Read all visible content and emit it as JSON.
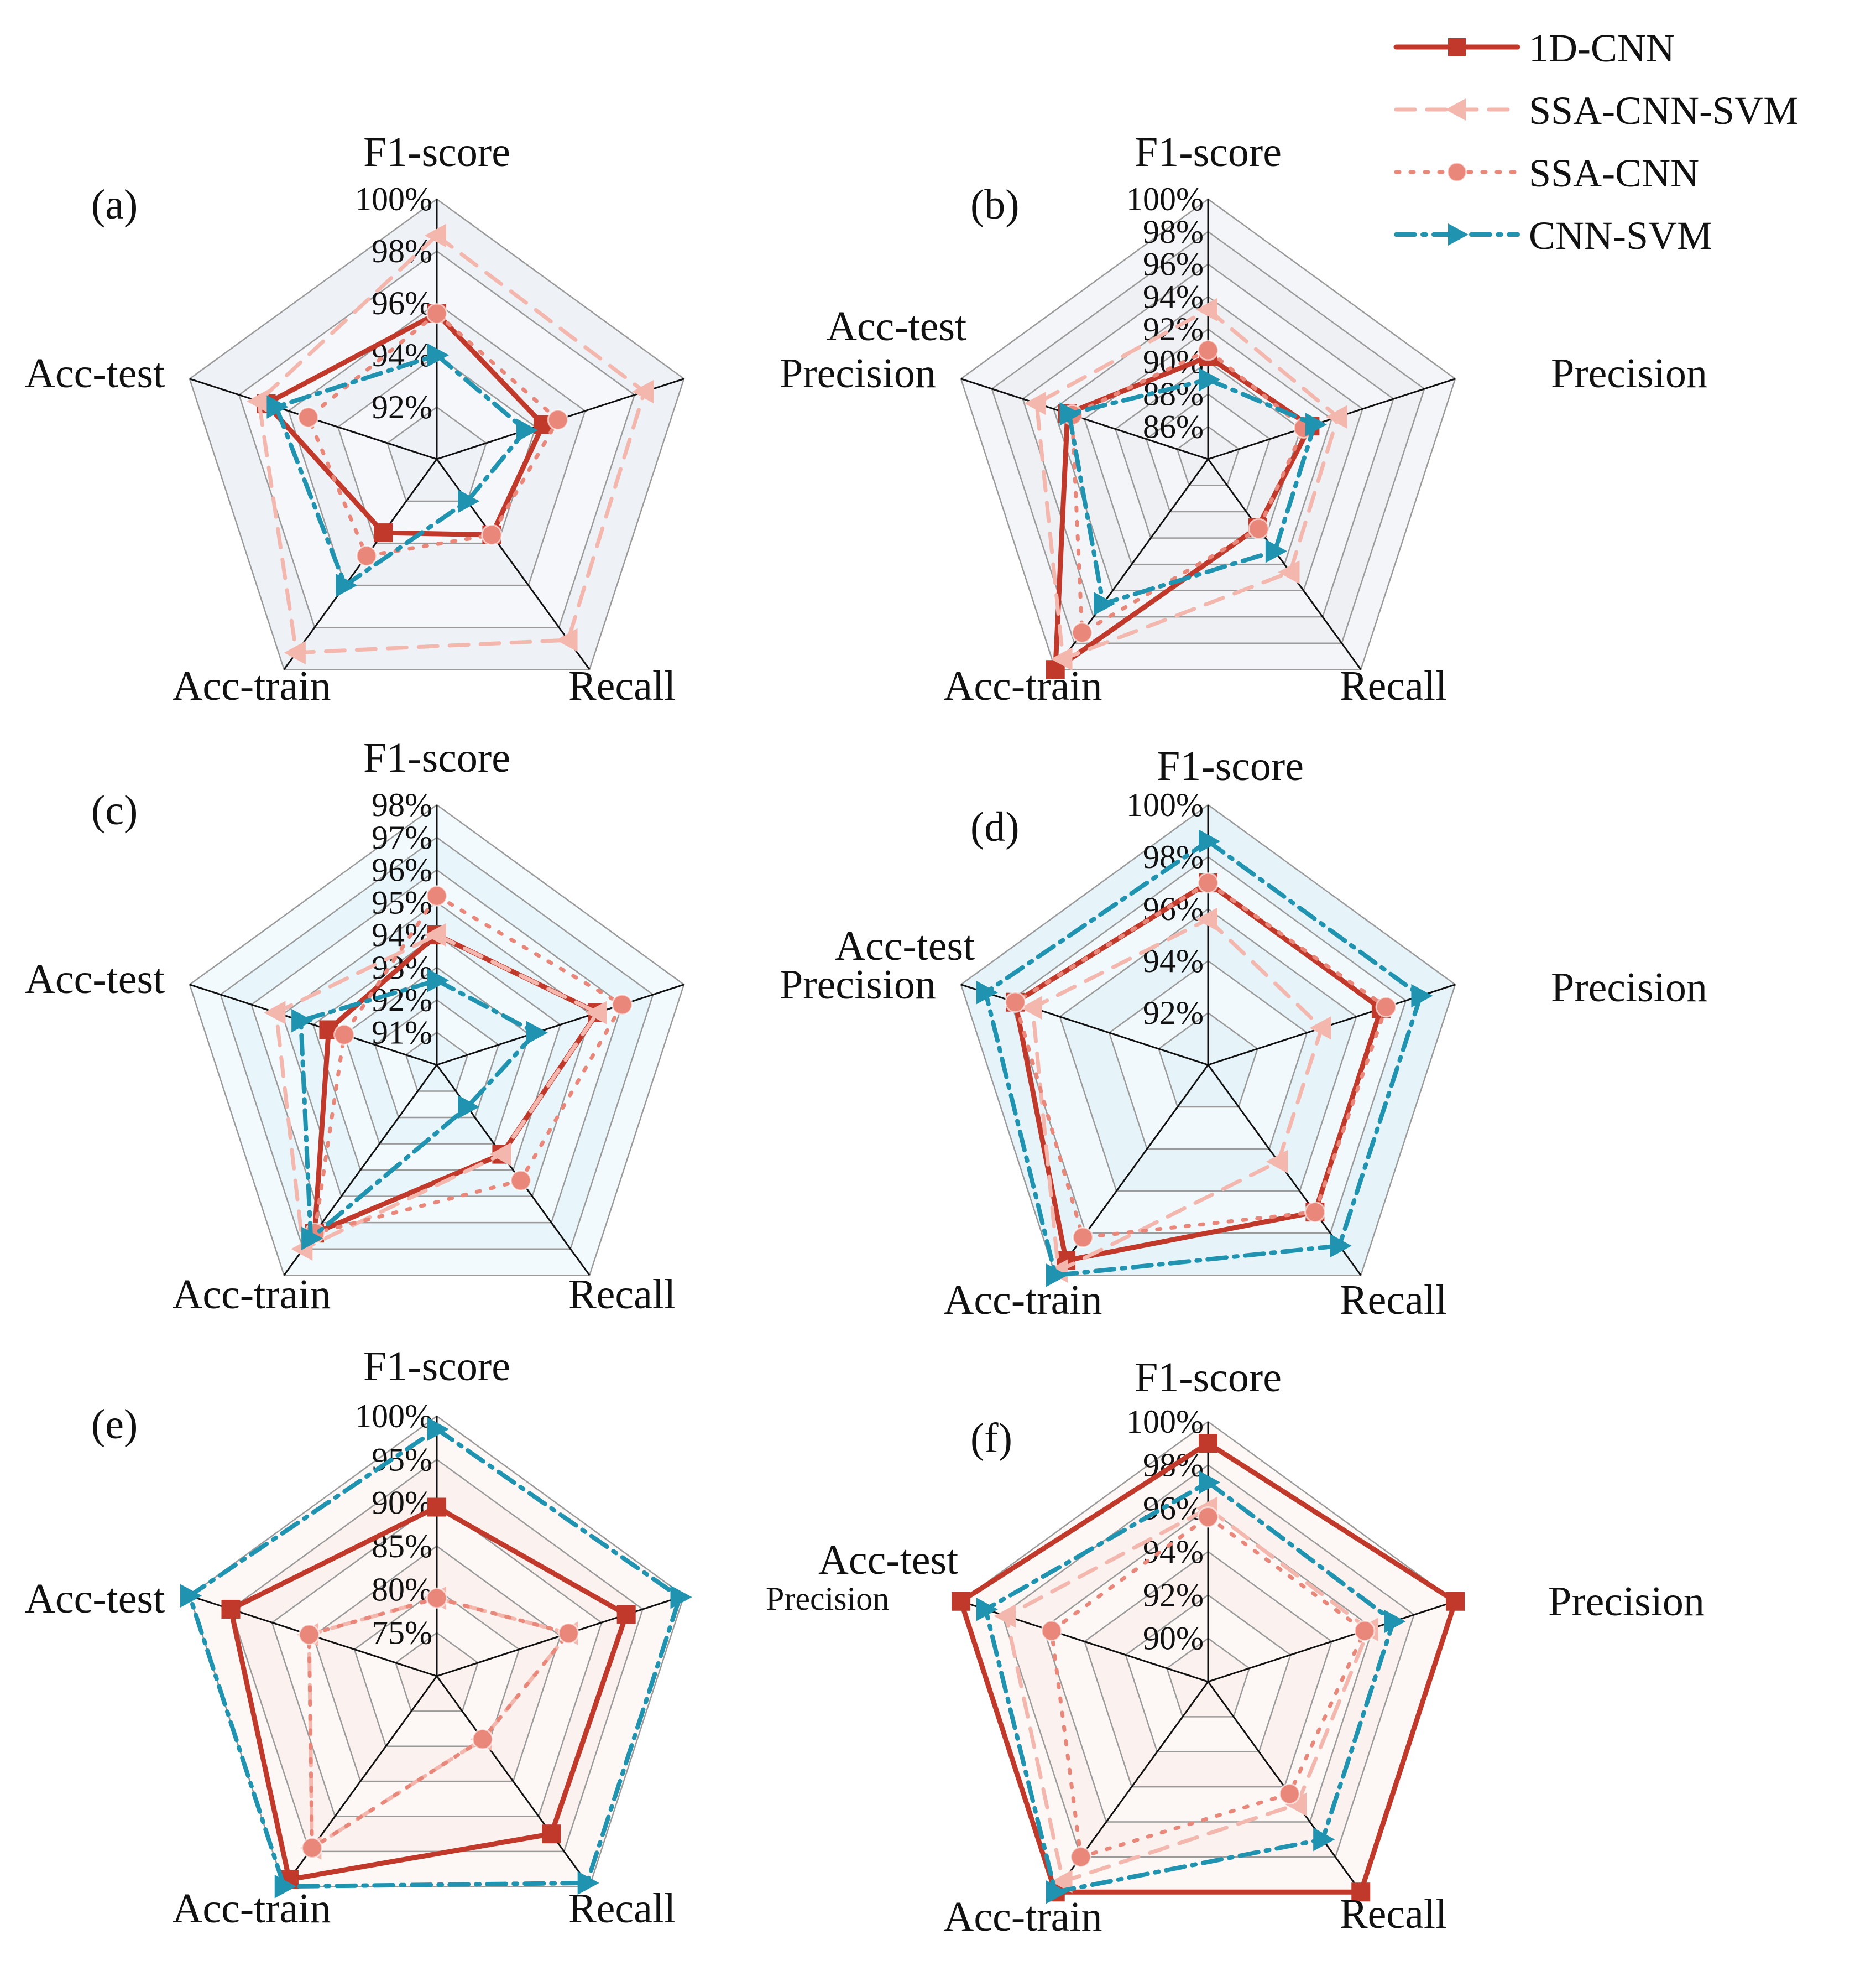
{
  "legend": [
    {
      "name": "1D-CNN",
      "color": "#c0392b",
      "marker": "square",
      "dash": "solid"
    },
    {
      "name": "SSA-CNN-SVM",
      "color": "#f3b7ae",
      "marker": "left-triangle",
      "dash": "dashed"
    },
    {
      "name": "SSA-CNN",
      "color": "#e8877a",
      "marker": "circle",
      "dash": "dotted"
    },
    {
      "name": "CNN-SVM",
      "color": "#1f93b0",
      "marker": "right-triangle",
      "dash": "dashdot"
    }
  ],
  "chart_data": [
    {
      "type": "radar",
      "panel": "(a)",
      "axes": [
        "F1-score",
        "Precision",
        "Recall",
        "Acc-train",
        "Acc-test"
      ],
      "rlim": [
        90,
        100
      ],
      "ticks": [
        "92%",
        "94%",
        "96%",
        "98%",
        "100%"
      ],
      "tick_values": [
        92,
        94,
        96,
        98,
        100
      ],
      "rings": 5,
      "bg_bands": [
        "#eef1f6",
        "#f5f7fa",
        "#eef1f6",
        "#f5f7fa",
        "#eef1f6"
      ],
      "series": [
        {
          "name": "1D-CNN",
          "values": [
            95.6,
            94.3,
            93.6,
            93.5,
            96.9
          ]
        },
        {
          "name": "SSA-CNN-SVM",
          "values": [
            98.6,
            98.4,
            98.6,
            99.2,
            97.2
          ]
        },
        {
          "name": "SSA-CNN",
          "values": [
            95.6,
            94.9,
            93.6,
            94.6,
            95.2
          ]
        },
        {
          "name": "CNN-SVM",
          "values": [
            94.0,
            93.6,
            92.0,
            96.0,
            96.5
          ]
        }
      ]
    },
    {
      "type": "radar",
      "panel": "(b)",
      "axes": [
        "F1-score",
        "Precision",
        "Recall",
        "Acc-train",
        "Acc-test"
      ],
      "rlim": [
        84,
        100
      ],
      "ticks": [
        "86%",
        "88%",
        "90%",
        "92%",
        "94%",
        "96%",
        "98%",
        "100%"
      ],
      "tick_values": [
        86,
        88,
        90,
        92,
        94,
        96,
        98,
        100
      ],
      "rings": 8,
      "bg_bands": [
        "#eef0f4",
        "#f4f5f8",
        "#eef0f4",
        "#f4f5f8",
        "#eef0f4",
        "#f4f5f8",
        "#eef0f4",
        "#f4f5f8"
      ],
      "series": [
        {
          "name": "1D-CNN",
          "values": [
            90.3,
            90.6,
            89.2,
            100.0,
            93.1
          ]
        },
        {
          "name": "SSA-CNN-SVM",
          "values": [
            93.2,
            92.4,
            92.6,
            99.2,
            95.1
          ]
        },
        {
          "name": "SSA-CNN",
          "values": [
            90.7,
            90.2,
            89.3,
            97.2,
            92.8
          ]
        },
        {
          "name": "CNN-SVM",
          "values": [
            88.9,
            90.9,
            91.0,
            95.0,
            93.0
          ]
        }
      ]
    },
    {
      "type": "radar",
      "panel": "(c)",
      "axes": [
        "F1-score",
        "Precision",
        "Recall",
        "Acc-train",
        "Acc-test"
      ],
      "rlim": [
        90,
        98
      ],
      "ticks": [
        "91%",
        "92%",
        "93%",
        "94%",
        "95%",
        "96%",
        "97%",
        "98%"
      ],
      "tick_values": [
        91,
        92,
        93,
        94,
        95,
        96,
        97,
        98
      ],
      "rings": 8,
      "bg_bands": [
        "#e8f5fb",
        "#f3fafd",
        "#e8f5fb",
        "#f3fafd",
        "#e8f5fb",
        "#f3fafd",
        "#e8f5fb",
        "#f3fafd"
      ],
      "series": [
        {
          "name": "1D-CNN",
          "values": [
            94.0,
            95.2,
            93.4,
            96.4,
            93.5
          ]
        },
        {
          "name": "SSA-CNN-SVM",
          "values": [
            94.0,
            95.2,
            93.4,
            97.0,
            95.2
          ]
        },
        {
          "name": "SSA-CNN",
          "values": [
            95.2,
            96.0,
            94.4,
            96.4,
            93.0
          ]
        },
        {
          "name": "CNN-SVM",
          "values": [
            92.6,
            93.2,
            91.6,
            96.6,
            94.4
          ]
        }
      ]
    },
    {
      "type": "radar",
      "panel": "(d)",
      "axes": [
        "F1-score",
        "Precision",
        "Recall",
        "Acc-train",
        "Acc-test"
      ],
      "rlim": [
        90,
        100
      ],
      "ticks": [
        "92%",
        "94%",
        "96%",
        "98%",
        "100%"
      ],
      "tick_values": [
        92,
        94,
        96,
        98,
        100
      ],
      "rings": 5,
      "bg_bands": [
        "#e6f4fa",
        "#f2f9fc",
        "#e6f4fa",
        "#f2f9fc",
        "#e6f4fa"
      ],
      "series": [
        {
          "name": "1D-CNN",
          "values": [
            97.0,
            97.0,
            97.0,
            99.3,
            97.8
          ]
        },
        {
          "name": "SSA-CNN-SVM",
          "values": [
            95.6,
            94.6,
            94.6,
            99.8,
            97.1
          ]
        },
        {
          "name": "SSA-CNN",
          "values": [
            97.0,
            97.2,
            97.0,
            98.2,
            97.8
          ]
        },
        {
          "name": "CNN-SVM",
          "values": [
            98.6,
            98.6,
            98.6,
            100.0,
            99.0
          ]
        }
      ]
    },
    {
      "type": "radar",
      "panel": "(e)",
      "axes": [
        "F1-score",
        "Precision",
        "Recall",
        "Acc-train",
        "Acc-test"
      ],
      "rlim": [
        70,
        100
      ],
      "ticks": [
        "75%",
        "80%",
        "85%",
        "90%",
        "95%",
        "100%"
      ],
      "tick_values": [
        75,
        80,
        85,
        90,
        95,
        100
      ],
      "rings": 6,
      "bg_bands": [
        "#fbf1ee",
        "#fdf8f6",
        "#fbf1ee",
        "#fdf8f6",
        "#fbf1ee",
        "#fdf8f6"
      ],
      "series": [
        {
          "name": "1D-CNN",
          "values": [
            89.5,
            93.0,
            92.5,
            99.0,
            95.0
          ]
        },
        {
          "name": "SSA-CNN-SVM",
          "values": [
            79.0,
            86.0,
            79.0,
            94.5,
            85.5
          ]
        },
        {
          "name": "SSA-CNN",
          "values": [
            79.0,
            86.0,
            79.0,
            94.5,
            85.5
          ]
        },
        {
          "name": "CNN-SVM",
          "values": [
            98.5,
            99.5,
            99.5,
            100.0,
            100.0
          ]
        }
      ]
    },
    {
      "type": "radar",
      "panel": "(f)",
      "axes": [
        "F1-score",
        "Precision",
        "Recall",
        "Acc-train",
        "Acc-test"
      ],
      "rlim": [
        88,
        100
      ],
      "ticks": [
        "90%",
        "92%",
        "94%",
        "96%",
        "98%",
        "100%"
      ],
      "tick_values": [
        90,
        92,
        94,
        96,
        98,
        100
      ],
      "rings": 6,
      "bg_bands": [
        "#fbf1ee",
        "#fdf8f6",
        "#fbf1ee",
        "#fdf8f6",
        "#fbf1ee",
        "#fdf8f6"
      ],
      "series": [
        {
          "name": "1D-CNN",
          "values": [
            99.0,
            100.0,
            100.0,
            100.0,
            100.0
          ]
        },
        {
          "name": "SSA-CNN-SVM",
          "values": [
            96.0,
            95.8,
            95.0,
            99.4,
            97.8
          ]
        },
        {
          "name": "SSA-CNN",
          "values": [
            95.6,
            95.6,
            94.4,
            98.0,
            95.6
          ]
        },
        {
          "name": "CNN-SVM",
          "values": [
            97.2,
            97.0,
            97.0,
            100.0,
            98.8
          ]
        }
      ]
    }
  ]
}
